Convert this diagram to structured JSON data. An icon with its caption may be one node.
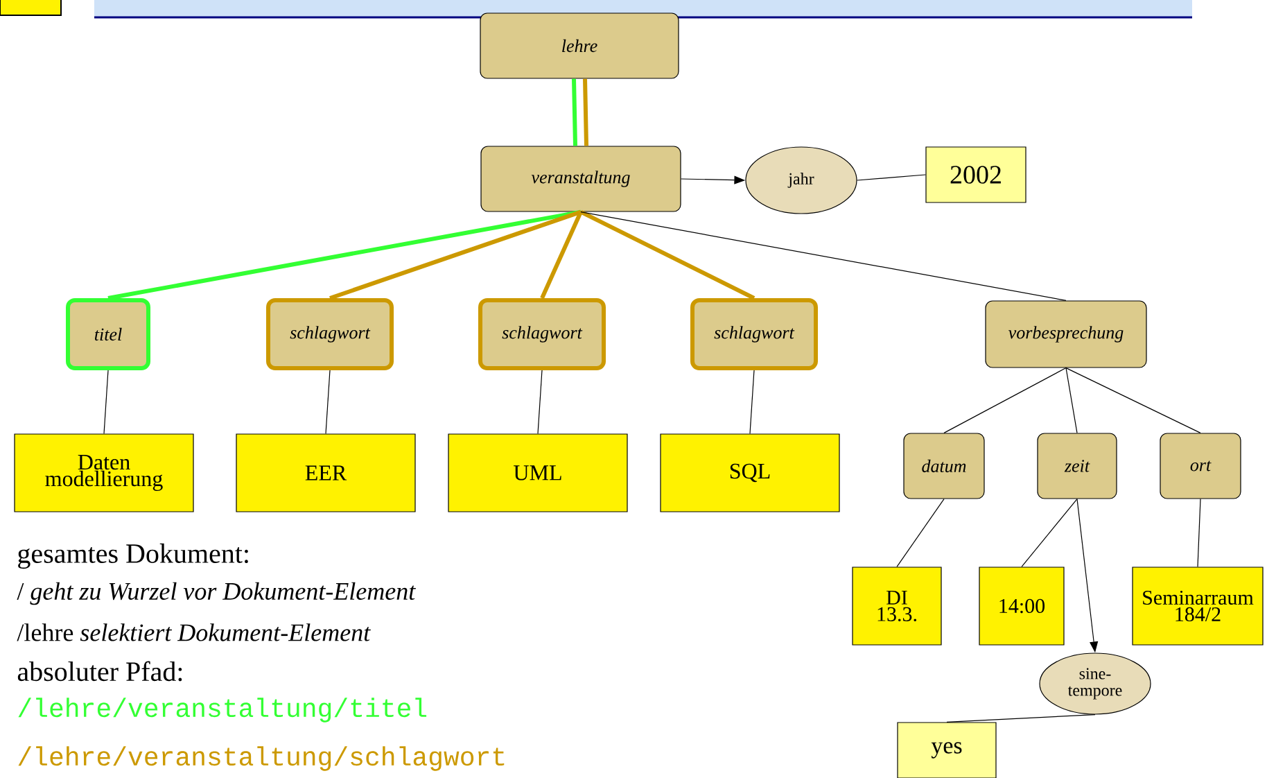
{
  "diagram": {
    "nodes": [
      {
        "text": [
          "lehre"
        ]
      },
      {
        "text": [
          "veranstaltung"
        ]
      },
      {
        "text": [
          "jahr"
        ]
      },
      {
        "text": [
          "2002"
        ]
      },
      {
        "text": [
          "titel"
        ]
      },
      {
        "text": [
          "schlagwort"
        ]
      },
      {
        "text": [
          "schlagwort"
        ]
      },
      {
        "text": [
          "schlagwort"
        ]
      },
      {
        "text": [
          "vorbesprechung"
        ]
      },
      {
        "text": [
          "Daten modellierung"
        ]
      },
      {
        "text": [
          "EER"
        ]
      },
      {
        "text": [
          "UML"
        ]
      },
      {
        "text": [
          "SQL"
        ]
      },
      {
        "text": [
          "datum"
        ]
      },
      {
        "text": [
          "zeit"
        ]
      },
      {
        "text": [
          "ort"
        ]
      },
      {
        "text": [
          "DI 13.3."
        ]
      },
      {
        "text": [
          "14:00"
        ]
      },
      {
        "text": [
          "Seminarraum 184/2"
        ]
      },
      {
        "text": [
          "sine-tempore"
        ]
      },
      {
        "text": [
          "yes"
        ]
      }
    ],
    "edges": [
      {
        "from": 0,
        "to": 1,
        "arrow": "none",
        "style": "thick",
        "color": "#33ff33"
      },
      {
        "from": 0,
        "to": 1,
        "arrow": "none",
        "style": "thick",
        "color": "#cc9900"
      },
      {
        "from": 1,
        "to": 2,
        "arrow": "to"
      },
      {
        "from": 2,
        "to": 3,
        "arrow": "none"
      },
      {
        "from": 1,
        "to": 4,
        "arrow": "none",
        "style": "thick",
        "color": "#33ff33"
      },
      {
        "from": 1,
        "to": 5,
        "arrow": "none",
        "style": "thick",
        "color": "#cc9900"
      },
      {
        "from": 1,
        "to": 6,
        "arrow": "none",
        "style": "thick",
        "color": "#cc9900"
      },
      {
        "from": 1,
        "to": 7,
        "arrow": "none",
        "style": "thick",
        "color": "#cc9900"
      },
      {
        "from": 1,
        "to": 8,
        "arrow": "none"
      },
      {
        "from": 4,
        "to": 9,
        "arrow": "none"
      },
      {
        "from": 5,
        "to": 10,
        "arrow": "none"
      },
      {
        "from": 6,
        "to": 11,
        "arrow": "none"
      },
      {
        "from": 7,
        "to": 12,
        "arrow": "none"
      },
      {
        "from": 8,
        "to": 13,
        "arrow": "none"
      },
      {
        "from": 8,
        "to": 14,
        "arrow": "none"
      },
      {
        "from": 8,
        "to": 15,
        "arrow": "none"
      },
      {
        "from": 13,
        "to": 16,
        "arrow": "none"
      },
      {
        "from": 14,
        "to": 17,
        "arrow": "none"
      },
      {
        "from": 15,
        "to": 18,
        "arrow": "none"
      },
      {
        "from": 14,
        "to": 19,
        "arrow": "to"
      },
      {
        "from": 19,
        "to": 20,
        "arrow": "none"
      }
    ],
    "labels": [
      "gesamtes Dokument:",
      "/ *geht zu Wurzel vor Dokument-Element*",
      "/lehre *selektiert Dokument-Element*",
      "absoluter Pfad:",
      "/lehre/veranstaltung/titel",
      "/lehre/veranstaltung/schlagwort"
    ]
  }
}
